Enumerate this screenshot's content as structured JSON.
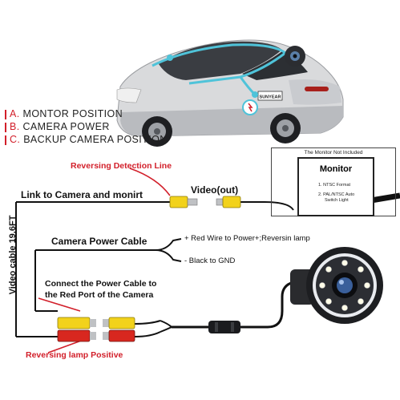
{
  "legend": [
    {
      "key": "A.",
      "text": "MONTOR POSITION"
    },
    {
      "key": "B.",
      "text": "CAMERA POWER"
    },
    {
      "key": "C.",
      "text": "BACKUP CAMERA POSITION"
    }
  ],
  "labels": {
    "reversing_detection": "Reversing Detection Line",
    "link_camera": "Link to Camera and monirt",
    "video_out": "Video(out)",
    "camera_power_cable": "Camera Power Cable",
    "red_wire": "+ Red Wire to Power+;Reversin lamp",
    "black_gnd": "- Black to GND",
    "connect_power_1": "Connect the Power Cable to",
    "connect_power_2": "the Red Port of the Camera",
    "reversing_lamp": "Reversing lamp Positive",
    "video_cable": "Video cable 19.6FT"
  },
  "monitor": {
    "not_included": "The Monitor Not Included",
    "title": "Monitor",
    "line1": "1. NTSC Format",
    "line2a": "2. PAL/NTSC Auto",
    "line2b": "Switch Light"
  },
  "car": {
    "plate": "SUNYEAR"
  },
  "colors": {
    "accent_red": "#d21f2a",
    "cable": "#111111",
    "rca_yellow": "#f2d21b",
    "rca_red": "#d8271f",
    "car_body": "#d9dadc",
    "highlight": "#4fc3d9"
  }
}
